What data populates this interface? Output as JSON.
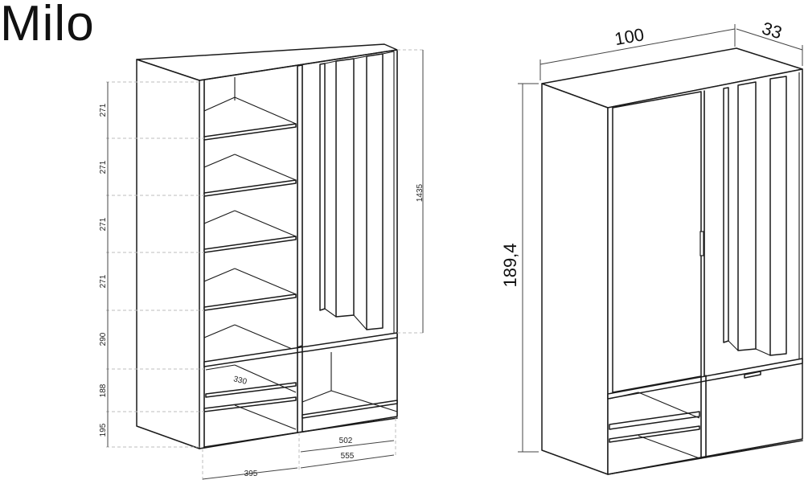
{
  "title": "Milo",
  "left_view": {
    "shelf_heights": [
      "271",
      "271",
      "271",
      "271",
      "290",
      "188",
      "195"
    ],
    "height_right": "1435",
    "depth_inner": "330",
    "width_right_inner": "502",
    "width_left": "395",
    "width_right": "555"
  },
  "right_view": {
    "width": "100",
    "depth": "33",
    "height": "189,4"
  }
}
